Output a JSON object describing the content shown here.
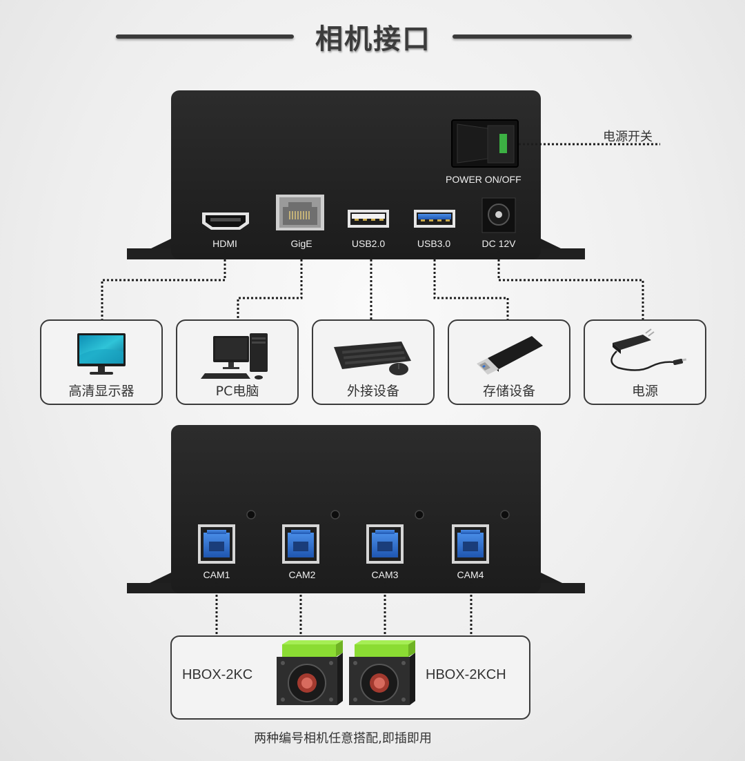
{
  "title": "相机接口",
  "switch_label": "电源开关",
  "power_label": "POWER  ON/OFF",
  "ports": [
    {
      "label": "HDMI",
      "icon": "hdmi-port-icon"
    },
    {
      "label": "GigE",
      "icon": "ethernet-port-icon"
    },
    {
      "label": "USB2.0",
      "icon": "usb2-port-icon"
    },
    {
      "label": "USB3.0",
      "icon": "usb3-port-icon"
    },
    {
      "label": "DC 12V",
      "icon": "dc-jack-icon"
    }
  ],
  "devices": [
    {
      "label": "高清显示器",
      "icon": "monitor-icon"
    },
    {
      "label": "PC电脑",
      "icon": "pc-icon"
    },
    {
      "label": "外接设备",
      "icon": "keyboard-mouse-icon"
    },
    {
      "label": "存储设备",
      "icon": "usb-drive-icon"
    },
    {
      "label": "电源",
      "icon": "power-adapter-icon"
    }
  ],
  "cam_ports": [
    "CAM1",
    "CAM2",
    "CAM3",
    "CAM4"
  ],
  "camera_models": {
    "left": "HBOX-2KC",
    "right": "HBOX-2KCH"
  },
  "caption": "两种编号相机任意搭配,即插即用",
  "colors": {
    "device_body": "#262626",
    "usb3_blue": "#2f6fd1",
    "camera_green": "#8bdc33",
    "switch_green": "#3cb043"
  }
}
